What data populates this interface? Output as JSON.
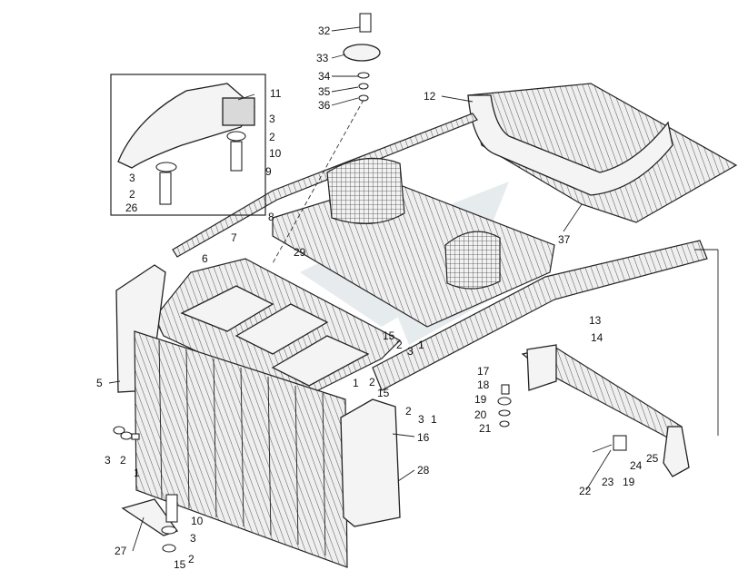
{
  "callouts": {
    "n1": "1",
    "n2": "2",
    "n3": "3",
    "n5": "5",
    "n6": "6",
    "n7": "7",
    "n8": "8",
    "n9": "9",
    "n10": "10",
    "n11": "11",
    "n12": "12",
    "n13": "13",
    "n14": "14",
    "n15": "15",
    "n16": "16",
    "n17": "17",
    "n18": "18",
    "n19": "19",
    "n20": "20",
    "n21": "21",
    "n22": "22",
    "n23": "23",
    "n24": "24",
    "n25": "25",
    "n26": "26",
    "n27": "27",
    "n28": "28",
    "n29": "29",
    "n32": "32",
    "n33": "33",
    "n34": "34",
    "n35": "35",
    "n36": "36",
    "n37": "37"
  },
  "colors": {
    "line": "#222222",
    "paper": "#ffffff",
    "watermark": "#c9d3d8"
  }
}
